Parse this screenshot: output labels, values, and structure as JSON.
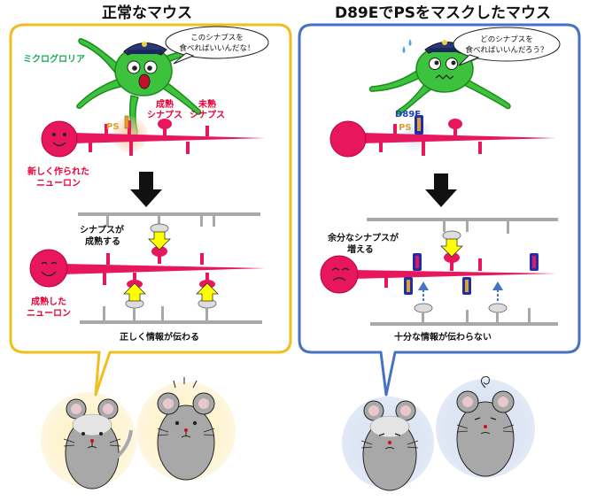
{
  "left_panel": {
    "title": "正常なマウス",
    "microglia_label": "ミクログロリア",
    "speech_bubble_lines": [
      "このシナプスを",
      "食べればいいんだな！"
    ],
    "ps_label": "PS",
    "mature_synapse_lines": [
      "成熟",
      "シナプス"
    ],
    "immature_synapse_lines": [
      "未熟",
      "シナプス"
    ],
    "new_neuron_lines": [
      "新しく作られた",
      "ニューロン"
    ],
    "synapse_matures_lines": [
      "シナプスが",
      "成熟する"
    ],
    "mature_neuron_lines": [
      "成熟した",
      "ニューロン"
    ],
    "caption": "正しく情報が伝わる"
  },
  "right_panel": {
    "title": "D89EでPSをマスクしたマウス",
    "speech_bubble_lines": [
      "どのシナプスを",
      "食べればいいんだろう？"
    ],
    "d89e_label": "D89E",
    "ps_label": "PS",
    "extra_synapse_lines": [
      "余分なシナプスが",
      "増える"
    ],
    "caption": "十分な情報が伝わらない"
  },
  "colors": {
    "left_frame": "#f0be1e",
    "right_frame": "#4672c4",
    "neuron": "#e8175d",
    "microglia": "#3cc23c",
    "receptor": "#ffff00",
    "mask": "#1f2fa8",
    "ps": "#e0a02a",
    "dendrite_gray": "#a8a8a8"
  }
}
